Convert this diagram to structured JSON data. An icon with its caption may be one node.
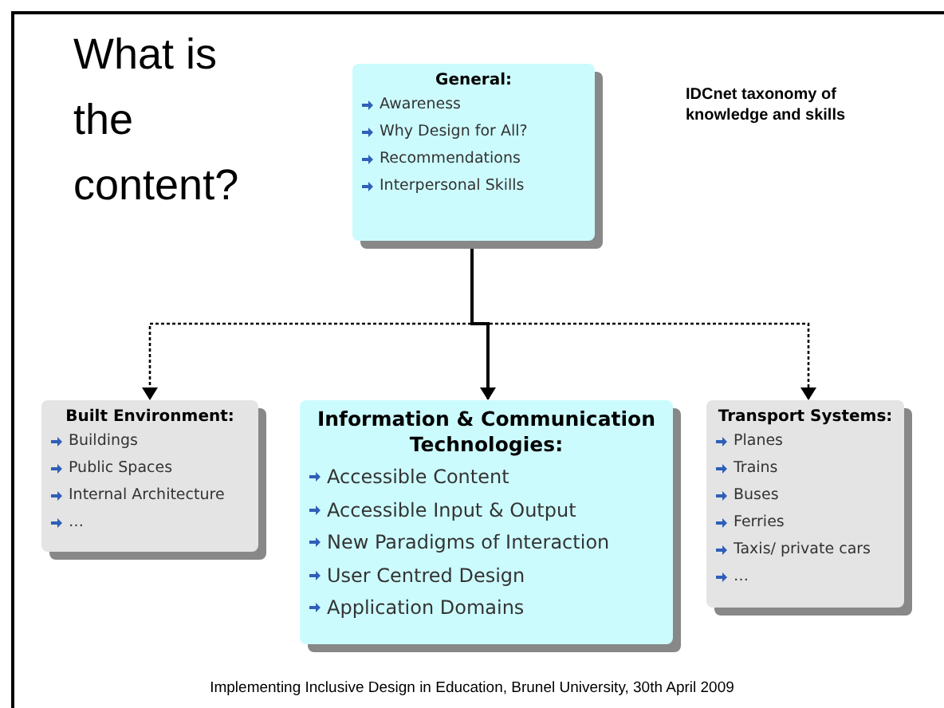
{
  "diagram": {
    "title": "What is the content?",
    "caption": "Implementing Inclusive Design in Education, Brunel University, 30th April 2009",
    "nodes": [
      {
        "text": [
          "General:",
          "Awareness",
          "Why Design for All?",
          "Recommendations",
          "Interpersonal Skills"
        ]
      },
      {
        "text": [
          "Built Environment:",
          "Buildings",
          "Public Spaces",
          "Internal Architecture",
          "…"
        ]
      },
      {
        "text": [
          "Information & Communication Technologies:",
          "Accessible Content",
          "Accessible Input & Output",
          "New Paradigms of Interaction",
          "User Centred Design",
          "Application Domains"
        ]
      },
      {
        "text": [
          "Transport Systems:",
          "Planes",
          "Trains",
          "Buses",
          "Ferries",
          "Taxis/ private cars",
          "…"
        ]
      }
    ],
    "edges": [
      {
        "from": 0,
        "to": 1,
        "arrow": "to",
        "style": "dashed"
      },
      {
        "from": 0,
        "to": 2,
        "arrow": "to"
      },
      {
        "from": 0,
        "to": 3,
        "arrow": "to",
        "style": "dashed"
      }
    ],
    "labels": [
      "IDCnet taxonomy of knowledge and skills"
    ]
  }
}
